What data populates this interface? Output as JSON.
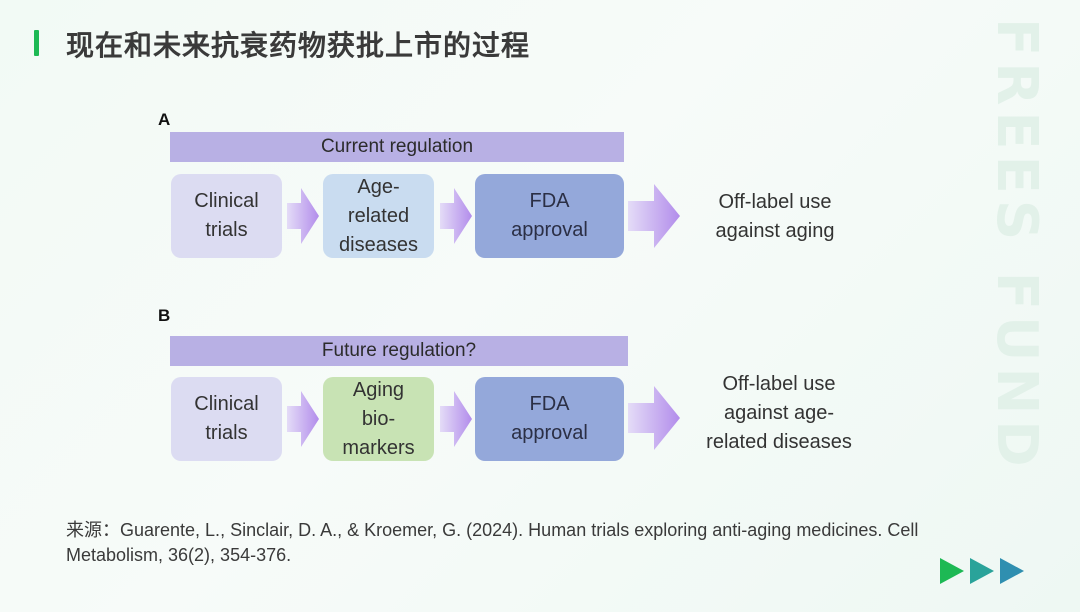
{
  "slide": {
    "title": "现在和未来抗衰药物获批上市的过程",
    "watermark": "FREES FUND"
  },
  "panel_a": {
    "letter": "A",
    "regulation": "Current regulation",
    "boxes": [
      "Clinical\ntrials",
      "Age-\nrelated\ndiseases",
      "FDA\napproval"
    ],
    "outcome": "Off-label use\nagainst aging"
  },
  "panel_b": {
    "letter": "B",
    "regulation": "Future regulation?",
    "boxes": [
      "Clinical\ntrials",
      "Aging\nbio-\nmarkers",
      "FDA\napproval"
    ],
    "outcome": "Off-label use\nagainst age-\nrelated diseases"
  },
  "source": "来源：Guarente, L., Sinclair, D. A., & Kroemer, G. (2024). Human trials exploring anti-aging medicines. Cell Metabolism, 36(2), 354-376.",
  "colors": {
    "accent": "#1db954",
    "regulation_bar": "#b8b0e4",
    "clinical_box": "#dcdcf2",
    "age_related_box": "#c9dcf0",
    "biomarker_box": "#c8e3b4",
    "fda_box": "#94a8da",
    "nav_green": "#1db954",
    "nav_teal": "#2aa39a",
    "nav_blue": "#2f8fb0"
  }
}
